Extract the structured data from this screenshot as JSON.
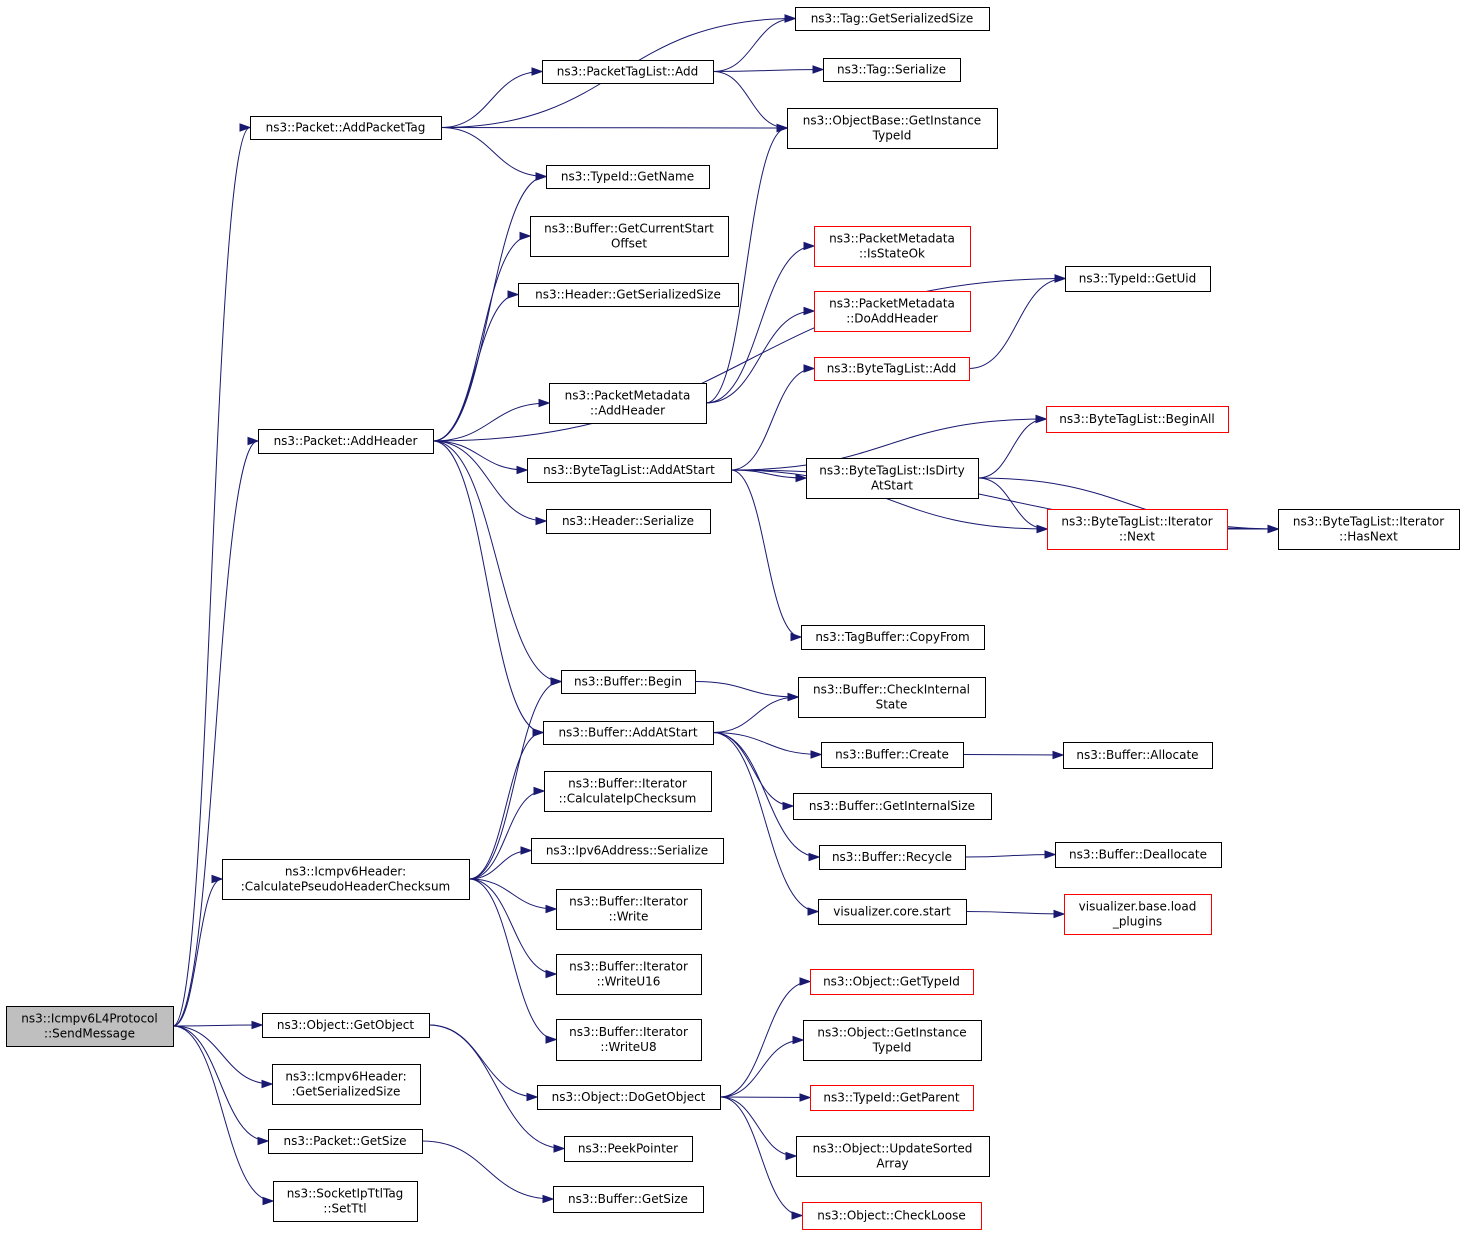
{
  "colors": {
    "edge": "#191970",
    "node_border": "#000000",
    "node_border_truncated": "#ff0000",
    "root_fill": "#bfbfbf",
    "node_fill": "#ffffff"
  },
  "nodes": [
    {
      "id": "root",
      "lines": [
        "ns3::Icmpv6L4Protocol",
        "::SendMessage"
      ],
      "style": "root"
    },
    {
      "id": "pkt_addpackettag",
      "lines": [
        "ns3::Packet::AddPacketTag"
      ],
      "style": "normal"
    },
    {
      "id": "tag_getsersize",
      "lines": [
        "ns3::Tag::GetSerializedSize"
      ],
      "style": "normal"
    },
    {
      "id": "ptl_add",
      "lines": [
        "ns3::PacketTagList::Add"
      ],
      "style": "normal"
    },
    {
      "id": "tag_serialize",
      "lines": [
        "ns3::Tag::Serialize"
      ],
      "style": "normal"
    },
    {
      "id": "ob_getinstance",
      "lines": [
        "ns3::ObjectBase::GetInstance",
        "TypeId"
      ],
      "style": "normal"
    },
    {
      "id": "typeid_getname",
      "lines": [
        "ns3::TypeId::GetName"
      ],
      "style": "normal"
    },
    {
      "id": "buf_getcurrentstart",
      "lines": [
        "ns3::Buffer::GetCurrentStart",
        "Offset"
      ],
      "style": "normal"
    },
    {
      "id": "pm_isstateok",
      "lines": [
        "ns3::PacketMetadata",
        "::IsStateOk"
      ],
      "style": "truncated"
    },
    {
      "id": "typeid_getuid",
      "lines": [
        "ns3::TypeId::GetUid"
      ],
      "style": "normal"
    },
    {
      "id": "hdr_getsersize",
      "lines": [
        "ns3::Header::GetSerializedSize"
      ],
      "style": "normal"
    },
    {
      "id": "pm_doaddheader",
      "lines": [
        "ns3::PacketMetadata",
        "::DoAddHeader"
      ],
      "style": "truncated"
    },
    {
      "id": "btl_add",
      "lines": [
        "ns3::ByteTagList::Add"
      ],
      "style": "truncated"
    },
    {
      "id": "pm_addheader",
      "lines": [
        "ns3::PacketMetadata",
        "::AddHeader"
      ],
      "style": "normal"
    },
    {
      "id": "btl_beginall",
      "lines": [
        "ns3::ByteTagList::BeginAll"
      ],
      "style": "truncated"
    },
    {
      "id": "pkt_addheader",
      "lines": [
        "ns3::Packet::AddHeader"
      ],
      "style": "normal"
    },
    {
      "id": "btl_addatstart",
      "lines": [
        "ns3::ByteTagList::AddAtStart"
      ],
      "style": "normal"
    },
    {
      "id": "btl_isdirty",
      "lines": [
        "ns3::ByteTagList::IsDirty",
        "AtStart"
      ],
      "style": "normal"
    },
    {
      "id": "btl_iter_next",
      "lines": [
        "ns3::ByteTagList::Iterator",
        "::Next"
      ],
      "style": "truncated"
    },
    {
      "id": "btl_iter_hasnext",
      "lines": [
        "ns3::ByteTagList::Iterator",
        "::HasNext"
      ],
      "style": "normal"
    },
    {
      "id": "hdr_serialize",
      "lines": [
        "ns3::Header::Serialize"
      ],
      "style": "normal"
    },
    {
      "id": "tb_copyfrom",
      "lines": [
        "ns3::TagBuffer::CopyFrom"
      ],
      "style": "normal"
    },
    {
      "id": "buf_begin",
      "lines": [
        "ns3::Buffer::Begin"
      ],
      "style": "normal"
    },
    {
      "id": "buf_checkinternal",
      "lines": [
        "ns3::Buffer::CheckInternal",
        "State"
      ],
      "style": "normal"
    },
    {
      "id": "buf_addatstart",
      "lines": [
        "ns3::Buffer::AddAtStart"
      ],
      "style": "normal"
    },
    {
      "id": "buf_create",
      "lines": [
        "ns3::Buffer::Create"
      ],
      "style": "normal"
    },
    {
      "id": "buf_allocate",
      "lines": [
        "ns3::Buffer::Allocate"
      ],
      "style": "normal"
    },
    {
      "id": "bufit_calcip",
      "lines": [
        "ns3::Buffer::Iterator",
        "::CalculateIpChecksum"
      ],
      "style": "normal"
    },
    {
      "id": "buf_getinternalsize",
      "lines": [
        "ns3::Buffer::GetInternalSize"
      ],
      "style": "normal"
    },
    {
      "id": "ipv6addr_serialize",
      "lines": [
        "ns3::Ipv6Address::Serialize"
      ],
      "style": "normal"
    },
    {
      "id": "buf_recycle",
      "lines": [
        "ns3::Buffer::Recycle"
      ],
      "style": "normal"
    },
    {
      "id": "buf_deallocate",
      "lines": [
        "ns3::Buffer::Deallocate"
      ],
      "style": "normal"
    },
    {
      "id": "icmp_calcpseudo",
      "lines": [
        "ns3::Icmpv6Header:",
        ":CalculatePseudoHeaderChecksum"
      ],
      "style": "normal"
    },
    {
      "id": "bufit_write",
      "lines": [
        "ns3::Buffer::Iterator",
        "::Write"
      ],
      "style": "normal"
    },
    {
      "id": "viz_start",
      "lines": [
        "visualizer.core.start"
      ],
      "style": "normal"
    },
    {
      "id": "viz_loadplugins",
      "lines": [
        "visualizer.base.load",
        "_plugins"
      ],
      "style": "truncated"
    },
    {
      "id": "bufit_writeu16",
      "lines": [
        "ns3::Buffer::Iterator",
        "::WriteU16"
      ],
      "style": "normal"
    },
    {
      "id": "obj_gettypeid",
      "lines": [
        "ns3::Object::GetTypeId"
      ],
      "style": "truncated"
    },
    {
      "id": "obj_getobject",
      "lines": [
        "ns3::Object::GetObject"
      ],
      "style": "normal"
    },
    {
      "id": "bufit_writeu8",
      "lines": [
        "ns3::Buffer::Iterator",
        "::WriteU8"
      ],
      "style": "normal"
    },
    {
      "id": "obj_getinstance",
      "lines": [
        "ns3::Object::GetInstance",
        "TypeId"
      ],
      "style": "normal"
    },
    {
      "id": "icmp_getsersize",
      "lines": [
        "ns3::Icmpv6Header:",
        ":GetSerializedSize"
      ],
      "style": "normal"
    },
    {
      "id": "obj_dogetobject",
      "lines": [
        "ns3::Object::DoGetObject"
      ],
      "style": "normal"
    },
    {
      "id": "typeid_getparent",
      "lines": [
        "ns3::TypeId::GetParent"
      ],
      "style": "truncated"
    },
    {
      "id": "pkt_getsize",
      "lines": [
        "ns3::Packet::GetSize"
      ],
      "style": "normal"
    },
    {
      "id": "peekpointer",
      "lines": [
        "ns3::PeekPointer"
      ],
      "style": "normal"
    },
    {
      "id": "obj_updatesorted",
      "lines": [
        "ns3::Object::UpdateSorted",
        "Array"
      ],
      "style": "normal"
    },
    {
      "id": "sockipttl_setttl",
      "lines": [
        "ns3::SocketIpTtlTag",
        "::SetTtl"
      ],
      "style": "normal"
    },
    {
      "id": "buf_getsize",
      "lines": [
        "ns3::Buffer::GetSize"
      ],
      "style": "normal"
    },
    {
      "id": "obj_checkloose",
      "lines": [
        "ns3::Object::CheckLoose"
      ],
      "style": "truncated"
    }
  ],
  "edges": [
    [
      "root",
      "pkt_addpackettag"
    ],
    [
      "root",
      "pkt_addheader"
    ],
    [
      "root",
      "icmp_calcpseudo"
    ],
    [
      "root",
      "obj_getobject"
    ],
    [
      "root",
      "icmp_getsersize"
    ],
    [
      "root",
      "pkt_getsize"
    ],
    [
      "root",
      "sockipttl_setttl"
    ],
    [
      "pkt_addpackettag",
      "tag_getsersize"
    ],
    [
      "pkt_addpackettag",
      "ptl_add"
    ],
    [
      "pkt_addpackettag",
      "ob_getinstance"
    ],
    [
      "pkt_addpackettag",
      "typeid_getname"
    ],
    [
      "ptl_add",
      "tag_getsersize"
    ],
    [
      "ptl_add",
      "tag_serialize"
    ],
    [
      "ptl_add",
      "ob_getinstance"
    ],
    [
      "pkt_addheader",
      "typeid_getname"
    ],
    [
      "pkt_addheader",
      "buf_getcurrentstart"
    ],
    [
      "pkt_addheader",
      "hdr_getsersize"
    ],
    [
      "pkt_addheader",
      "typeid_getuid"
    ],
    [
      "pkt_addheader",
      "pm_addheader"
    ],
    [
      "pkt_addheader",
      "btl_addatstart"
    ],
    [
      "pkt_addheader",
      "hdr_serialize"
    ],
    [
      "pkt_addheader",
      "buf_begin"
    ],
    [
      "pkt_addheader",
      "buf_addatstart"
    ],
    [
      "pm_addheader",
      "ob_getinstance"
    ],
    [
      "pm_addheader",
      "pm_isstateok"
    ],
    [
      "pm_addheader",
      "pm_doaddheader"
    ],
    [
      "btl_add",
      "typeid_getuid"
    ],
    [
      "btl_addatstart",
      "btl_add"
    ],
    [
      "btl_addatstart",
      "btl_beginall"
    ],
    [
      "btl_addatstart",
      "btl_isdirty"
    ],
    [
      "btl_addatstart",
      "btl_iter_next"
    ],
    [
      "btl_addatstart",
      "btl_iter_hasnext"
    ],
    [
      "btl_addatstart",
      "tb_copyfrom"
    ],
    [
      "btl_isdirty",
      "btl_beginall"
    ],
    [
      "btl_isdirty",
      "btl_iter_next"
    ],
    [
      "btl_isdirty",
      "btl_iter_hasnext"
    ],
    [
      "btl_iter_next",
      "btl_iter_hasnext"
    ],
    [
      "buf_begin",
      "buf_checkinternal"
    ],
    [
      "buf_addatstart",
      "buf_checkinternal"
    ],
    [
      "buf_addatstart",
      "buf_create"
    ],
    [
      "buf_addatstart",
      "buf_getinternalsize"
    ],
    [
      "buf_addatstart",
      "buf_recycle"
    ],
    [
      "buf_addatstart",
      "viz_start"
    ],
    [
      "buf_create",
      "buf_allocate"
    ],
    [
      "buf_recycle",
      "buf_deallocate"
    ],
    [
      "viz_start",
      "viz_loadplugins"
    ],
    [
      "icmp_calcpseudo",
      "buf_begin"
    ],
    [
      "icmp_calcpseudo",
      "buf_addatstart"
    ],
    [
      "icmp_calcpseudo",
      "bufit_calcip"
    ],
    [
      "icmp_calcpseudo",
      "ipv6addr_serialize"
    ],
    [
      "icmp_calcpseudo",
      "bufit_write"
    ],
    [
      "icmp_calcpseudo",
      "bufit_writeu16"
    ],
    [
      "icmp_calcpseudo",
      "bufit_writeu8"
    ],
    [
      "obj_getobject",
      "obj_dogetobject"
    ],
    [
      "obj_getobject",
      "peekpointer"
    ],
    [
      "obj_dogetobject",
      "obj_gettypeid"
    ],
    [
      "obj_dogetobject",
      "obj_getinstance"
    ],
    [
      "obj_dogetobject",
      "typeid_getparent"
    ],
    [
      "obj_dogetobject",
      "obj_updatesorted"
    ],
    [
      "obj_dogetobject",
      "obj_checkloose"
    ],
    [
      "pkt_getsize",
      "buf_getsize"
    ]
  ]
}
